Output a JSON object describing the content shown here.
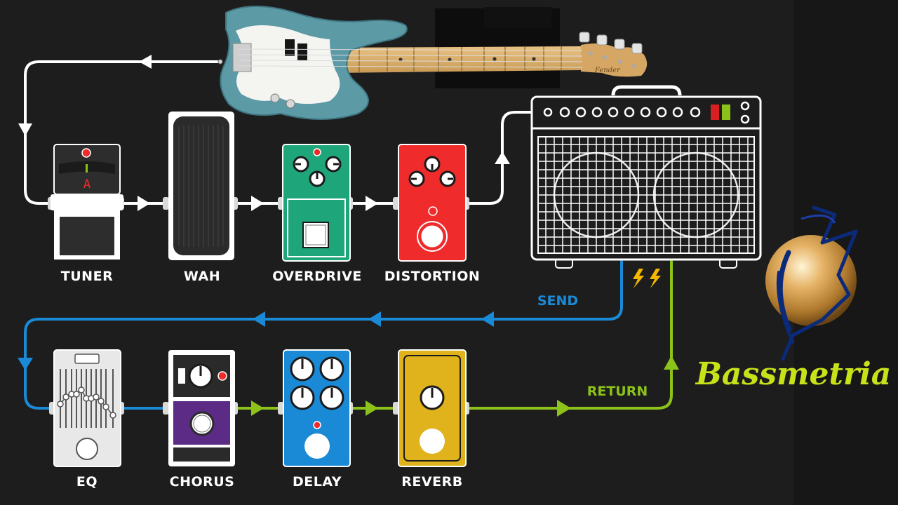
{
  "instrument": {
    "name": "bass-guitar"
  },
  "pedals_top": [
    {
      "label": "TUNER",
      "display": "A"
    },
    {
      "label": "WAH"
    },
    {
      "label": "OVERDRIVE"
    },
    {
      "label": "DISTORTION"
    }
  ],
  "pedals_bottom": [
    {
      "label": "EQ"
    },
    {
      "label": "CHORUS"
    },
    {
      "label": "DELAY"
    },
    {
      "label": "REVERB"
    }
  ],
  "loop": {
    "send_label": "SEND",
    "return_label": "RETURN"
  },
  "brand": {
    "name": "Bassmetria"
  },
  "colors": {
    "background": "#1d1d1d",
    "signal_main": "#ffffff",
    "signal_send": "#1b8ad6",
    "signal_return": "#8cc21a",
    "overdrive": "#1fa57a",
    "distortion": "#ef2b2b",
    "chorus": "#5b2b86",
    "delay": "#1b8ad6",
    "reverb": "#e0b21c",
    "brand_text": "#c8e21a"
  }
}
